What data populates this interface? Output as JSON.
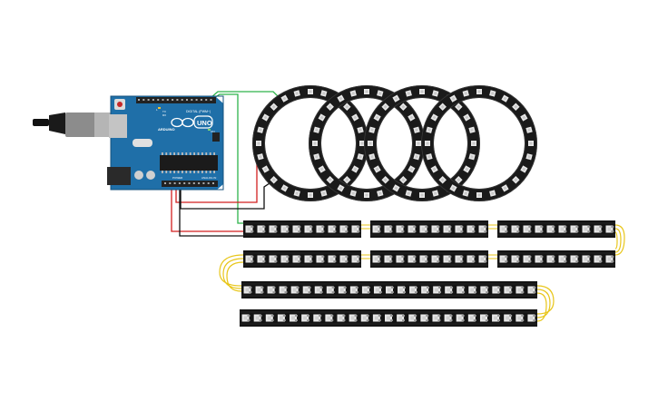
{
  "board": {
    "brand_label": "ARDUINO",
    "model_label": "UNO",
    "digital_label": "DIGITAL (PWM~)",
    "power_label": "POWER",
    "analog_label": "ANALOG IN",
    "on_label": "ON",
    "tx_label": "TX",
    "rx_label": "RX",
    "l_label": "L"
  },
  "colors": {
    "board": "#1f6fa8",
    "board_dark": "#15507c",
    "ring": "#1a1a1a",
    "strip": "#141414",
    "led": "#e8e8e8",
    "wire_red": "#d21f1f",
    "wire_black": "#111111",
    "wire_green": "#2db34a",
    "wire_yellow": "#e8c61a",
    "usb": "#8c8c8c",
    "jack": "#2a2a2a"
  },
  "rings": {
    "count": 4,
    "leds_per_ring": 24
  },
  "strips": {
    "rows": 4,
    "leds_per_segment": 10
  }
}
